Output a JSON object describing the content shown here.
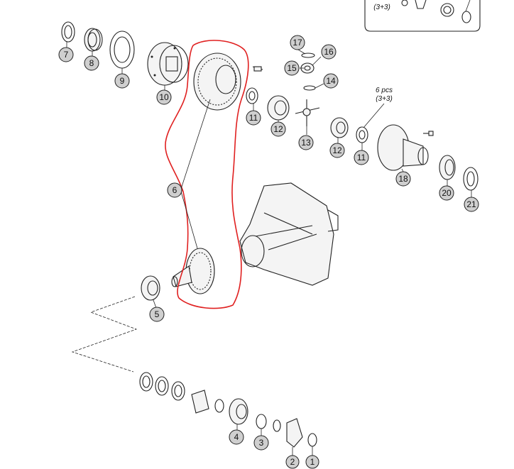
{
  "callouts": [
    {
      "id": "c7",
      "label": "7"
    },
    {
      "id": "c8",
      "label": "8"
    },
    {
      "id": "c9",
      "label": "9"
    },
    {
      "id": "c10",
      "label": "10"
    },
    {
      "id": "c11a",
      "label": "11"
    },
    {
      "id": "c12a",
      "label": "12"
    },
    {
      "id": "c17",
      "label": "17"
    },
    {
      "id": "c16",
      "label": "16"
    },
    {
      "id": "c15",
      "label": "15"
    },
    {
      "id": "c14",
      "label": "14"
    },
    {
      "id": "c13",
      "label": "13"
    },
    {
      "id": "c12b",
      "label": "12"
    },
    {
      "id": "c11b",
      "label": "11"
    },
    {
      "id": "c18",
      "label": "18"
    },
    {
      "id": "c20",
      "label": "20"
    },
    {
      "id": "c21",
      "label": "21"
    },
    {
      "id": "c6",
      "label": "6"
    },
    {
      "id": "c5",
      "label": "5"
    },
    {
      "id": "c4",
      "label": "4"
    },
    {
      "id": "c3",
      "label": "3"
    },
    {
      "id": "c2",
      "label": "2"
    },
    {
      "id": "c1",
      "label": "1"
    }
  ],
  "notes": {
    "pcs_line1": "6 pcs",
    "pcs_line2": "(3+3)",
    "inset_text": "(3+3)"
  },
  "colors": {
    "highlight": "#e02020",
    "callout_fill": "#cfcfcf",
    "line": "#222222"
  }
}
